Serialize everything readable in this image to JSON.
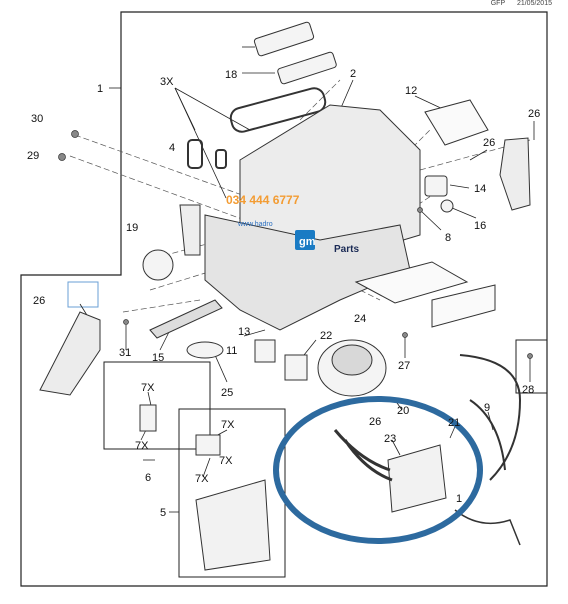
{
  "header": {
    "left": "GFP",
    "date": "21/05/2015"
  },
  "callouts": {
    "c1": "1",
    "c2": "2",
    "c3x": "3X",
    "c4": "4",
    "c5": "5",
    "c6": "6",
    "c7x_a": "7X",
    "c7x_b": "7X",
    "c7x_c": "7X",
    "c7x_d": "7X",
    "c7x_e": "7X",
    "c8": "8",
    "c9": "9",
    "c12": "12",
    "c13": "13",
    "c14": "14",
    "c15": "15",
    "c16": "16",
    "c18": "18",
    "c19": "19",
    "c20": "20",
    "c21": "21",
    "c22": "22",
    "c23": "23",
    "c24": "24",
    "c25": "25",
    "c26_a": "26",
    "c26_b": "26",
    "c26_c": "26",
    "c26_d": "26",
    "c27": "27",
    "c28": "28",
    "c29": "29",
    "c30": "30",
    "c31": "31",
    "c11": "11",
    "c1_b": "1"
  },
  "watermark": {
    "phone": "034 444 6777",
    "site": "www.hadro"
  },
  "brand": {
    "logo": "gm",
    "suffix": "Parts"
  },
  "colors": {
    "highlight_circle": "#2d6a9f",
    "watermark": "#f39c33",
    "logo": "#1a7bc4"
  }
}
